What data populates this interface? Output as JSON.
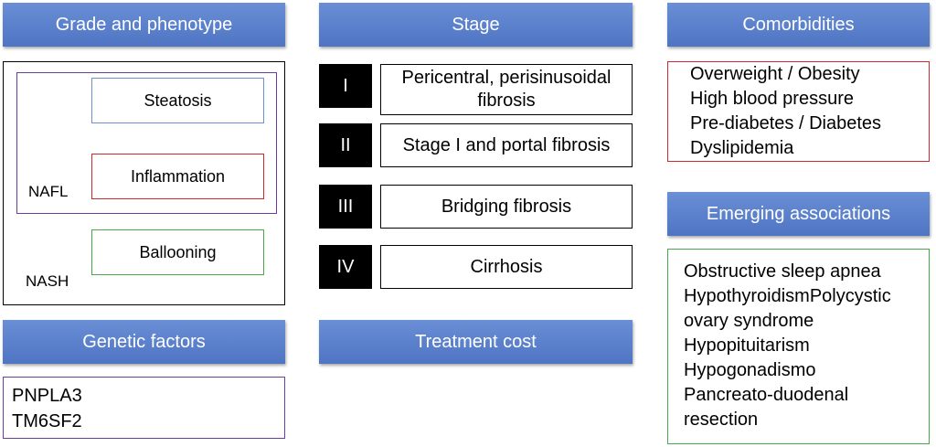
{
  "grade": {
    "header": "Grade and phenotype",
    "steatosis": "Steatosis",
    "inflammation": "Inflammation",
    "ballooning": "Ballooning",
    "nafl": "NAFL",
    "nash": "NASH"
  },
  "stage": {
    "header": "Stage",
    "items": [
      {
        "numeral": "I",
        "text": "Pericentral, perisinusoidal fibrosis"
      },
      {
        "numeral": "II",
        "text": "Stage I and portal fibrosis"
      },
      {
        "numeral": "III",
        "text": "Bridging fibrosis"
      },
      {
        "numeral": "IV",
        "text": "Cirrhosis"
      }
    ]
  },
  "comorbidities": {
    "header": "Comorbidities",
    "items": [
      "Overweight / Obesity",
      "High blood pressure",
      "Pre-diabetes / Diabetes",
      "Dyslipidemia"
    ]
  },
  "emerging": {
    "header": "Emerging associations",
    "items": [
      "Obstructive sleep apnea",
      "HypothyroidismPolycystic",
      "ovary syndrome",
      "Hypopituitarism",
      "Hypogonadismo",
      "Pancreato-duodenal",
      "resection"
    ]
  },
  "genetic": {
    "header": "Genetic factors",
    "items": [
      "PNPLA3",
      "TM6SF2"
    ]
  },
  "treatment": {
    "header": "Treatment cost"
  },
  "colors": {
    "header_bg": "#5b7fcb",
    "steatosis_border": "#6f8fd0",
    "inflammation_border": "#d0282c",
    "ballooning_border": "#4aa84a",
    "nafl_border": "#6b3fa0",
    "genetic_border": "#6b3fa0",
    "comorbidities_border": "#d0282c",
    "emerging_border": "#4aa84a"
  }
}
